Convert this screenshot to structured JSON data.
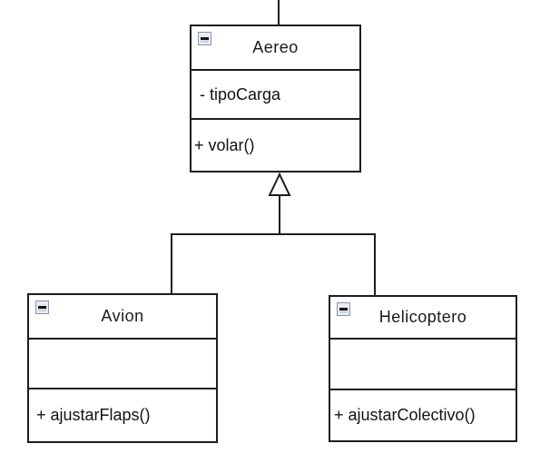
{
  "diagram": {
    "kind": "uml-class-diagram",
    "colors": {
      "background": "#ffffff",
      "line": "#1d1d1d",
      "class_fill": "#ffffff",
      "text": "#1a1a1a",
      "collapse_icon_border": "#8a93a5",
      "collapse_icon_fill": "#d8dde6"
    },
    "classes": [
      {
        "name": "Aereo",
        "collapse_icon": "minus",
        "attributes": [
          "- tipoCarga"
        ],
        "methods": [
          "+ volar()"
        ]
      },
      {
        "name": "Avion",
        "collapse_icon": "minus",
        "attributes": [],
        "methods": [
          "+ ajustarFlaps()"
        ]
      },
      {
        "name": "Helicoptero",
        "collapse_icon": "minus",
        "attributes": [],
        "methods": [
          "+ ajustarColectivo()"
        ]
      }
    ],
    "relations": [
      {
        "type": "generalization",
        "from": "Avion",
        "to": "Aereo",
        "arrow": "hollow-triangle"
      },
      {
        "type": "generalization",
        "from": "Helicoptero",
        "to": "Aereo",
        "arrow": "hollow-triangle"
      },
      {
        "type": "edge",
        "from": "Aereo",
        "to": "off-screen-top"
      }
    ]
  }
}
